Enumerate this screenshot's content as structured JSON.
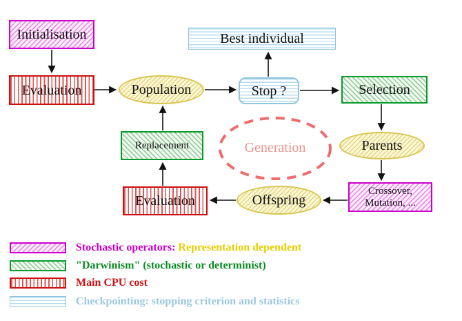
{
  "nodes": {
    "initialisation": "Initialisation",
    "evaluation_top": "Evaluation",
    "population": "Population",
    "best_individual": "Best individual",
    "stop": "Stop ?",
    "selection": "Selection",
    "parents": "Parents",
    "crossover_line1": "Crossover,",
    "crossover_line2": "Mutation, ...",
    "offspring": "Offspring",
    "evaluation_bottom": "Evaluation",
    "replacement": "Replacement",
    "generation": "Generation"
  },
  "legend": {
    "stochastic": {
      "label": "Stochastic operators:",
      "note": "Representation dependent"
    },
    "darwinism": {
      "label": "\"Darwinism\" (stochastic or determinist)"
    },
    "cpu": {
      "label": "Main CPU cost"
    },
    "checkpointing": {
      "label": "Checkpointing: stopping criterion and statistics"
    }
  },
  "colors": {
    "magenta": "#cc00cc",
    "yellow": "#e5cf00",
    "green": "#089a2e",
    "red": "#cc1111",
    "light_blue": "#93c5dd",
    "salmon": "#ed6d6d"
  }
}
